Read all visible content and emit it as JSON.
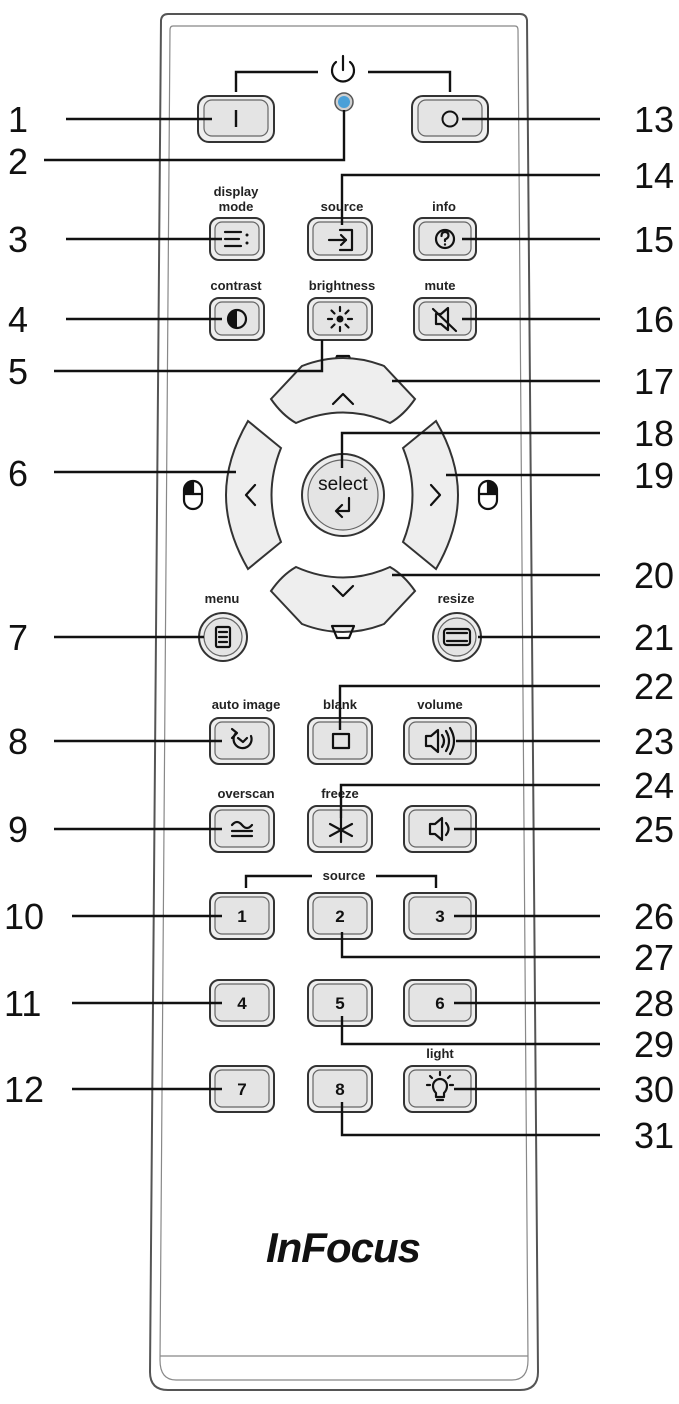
{
  "remote": {
    "brand": "InFocus",
    "select_label": "select",
    "source_group_label": "source"
  },
  "buttons": {
    "power_on": {
      "label": "I",
      "icon": "power-on-icon"
    },
    "power_off": {
      "label": "O",
      "icon": "power-off-icon"
    },
    "power_led": {
      "icon": "power-indicator-led",
      "color": "#4aa0d8"
    },
    "display_mode": {
      "label": "display mode",
      "icon": "display-mode-icon"
    },
    "source": {
      "label": "source",
      "icon": "source-input-icon"
    },
    "info": {
      "label": "info",
      "icon": "question-icon"
    },
    "contrast": {
      "label": "contrast",
      "icon": "contrast-icon"
    },
    "brightness": {
      "label": "brightness",
      "icon": "brightness-sun-icon"
    },
    "mute": {
      "label": "mute",
      "icon": "mute-speaker-icon"
    },
    "keystone_up": {
      "icon": "keystone-up-icon"
    },
    "up": {
      "icon": "chevron-up-icon"
    },
    "left": {
      "icon": "chevron-left-icon"
    },
    "right": {
      "icon": "chevron-right-icon"
    },
    "down": {
      "icon": "chevron-down-icon"
    },
    "select": {
      "label": "select",
      "icon": "enter-arrow-icon"
    },
    "mouse_left": {
      "icon": "mouse-left-click-icon"
    },
    "mouse_right": {
      "icon": "mouse-right-click-icon"
    },
    "keystone_down": {
      "icon": "keystone-down-icon"
    },
    "menu": {
      "label": "menu",
      "icon": "menu-list-icon"
    },
    "resize": {
      "label": "resize",
      "icon": "resize-screen-icon"
    },
    "auto_image": {
      "label": "auto image",
      "icon": "auto-image-icon"
    },
    "blank": {
      "label": "blank",
      "icon": "blank-square-icon"
    },
    "volume_up": {
      "label": "volume",
      "icon": "volume-up-icon"
    },
    "overscan": {
      "label": "overscan",
      "icon": "overscan-icon"
    },
    "freeze": {
      "label": "freeze",
      "icon": "freeze-snowflake-icon"
    },
    "volume_down": {
      "icon": "volume-down-icon"
    },
    "light": {
      "label": "light",
      "icon": "light-bulb-icon"
    }
  },
  "number_keys": [
    "1",
    "2",
    "3",
    "4",
    "5",
    "6",
    "7",
    "8"
  ],
  "callouts": [
    "1",
    "2",
    "3",
    "4",
    "5",
    "6",
    "7",
    "8",
    "9",
    "10",
    "11",
    "12",
    "13",
    "14",
    "15",
    "16",
    "17",
    "18",
    "19",
    "20",
    "21",
    "22",
    "23",
    "24",
    "25",
    "26",
    "27",
    "28",
    "29",
    "30",
    "31"
  ]
}
